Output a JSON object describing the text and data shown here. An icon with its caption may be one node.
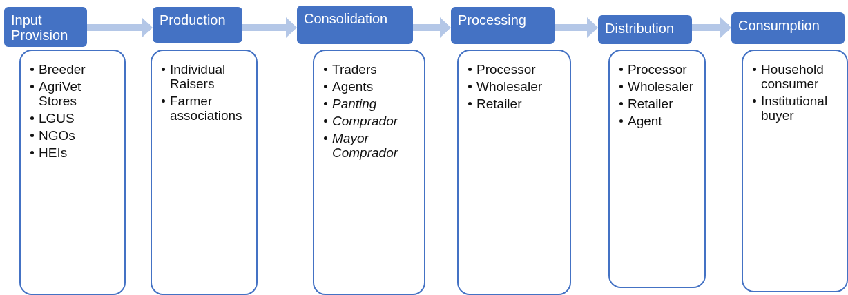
{
  "diagram": {
    "nodes": [
      {
        "text": [
          "Input Provision"
        ]
      },
      {
        "text": [
          "Breeder",
          "AgriVet Stores",
          "LGUS",
          "NGOs",
          "HEIs"
        ]
      },
      {
        "text": [
          "Production"
        ]
      },
      {
        "text": [
          "Individual Raisers",
          "Farmer associations"
        ]
      },
      {
        "text": [
          "Consolidation"
        ]
      },
      {
        "text": [
          "Traders",
          "Agents",
          "*Panting*",
          "*Comprador*",
          "*Mayor Comprador*"
        ]
      },
      {
        "text": [
          "Processing"
        ]
      },
      {
        "text": [
          "Processor",
          "Wholesaler",
          "Retailer"
        ]
      },
      {
        "text": [
          "Distribution"
        ]
      },
      {
        "text": [
          "Processor",
          "Wholesaler",
          "Retailer",
          "Agent"
        ]
      },
      {
        "text": [
          "Consumption"
        ]
      },
      {
        "text": [
          "Household consumer",
          "Institutional buyer"
        ]
      }
    ],
    "edges": [
      {
        "from": 0,
        "to": 2,
        "arrow": "to"
      },
      {
        "from": 2,
        "to": 4,
        "arrow": "to"
      },
      {
        "from": 4,
        "to": 6,
        "arrow": "to"
      },
      {
        "from": 6,
        "to": 8,
        "arrow": "to"
      },
      {
        "from": 8,
        "to": 10,
        "arrow": "to"
      }
    ]
  }
}
